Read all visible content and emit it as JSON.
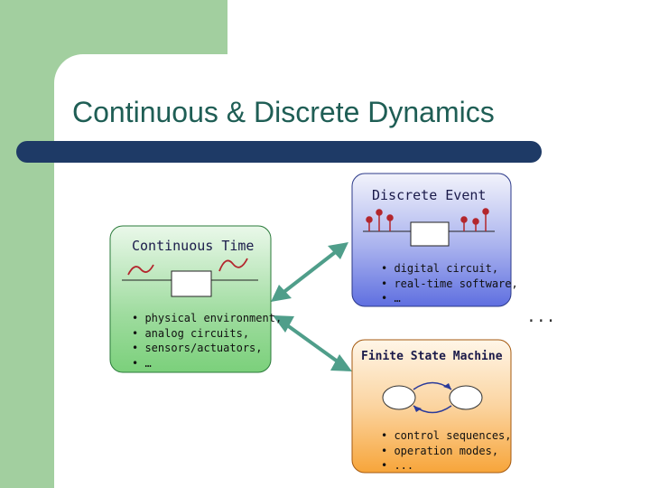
{
  "title": "Continuous & Discrete Dynamics",
  "continuous_time": {
    "label": "Continuous Time",
    "bullets": [
      "physical environment,",
      "analog circuits,",
      "sensors/actuators,",
      "…"
    ]
  },
  "discrete_event": {
    "label": "Discrete Event",
    "bullets": [
      "digital circuit,",
      "real-time software,",
      "…"
    ]
  },
  "finite_state_machine": {
    "label": "Finite State Machine",
    "bullets": [
      "control sequences,",
      "operation modes,",
      "..."
    ]
  },
  "ellipsis": "...",
  "colors": {
    "sidebar": "#a2cf9f",
    "title_bar": "#1e3a66",
    "title_text": "#1f5e55",
    "continuous_fill": "#7bd07b",
    "discrete_fill": "#5f6fe0",
    "fsm_fill": "#f7a53a",
    "arrow": "#4f9e8a",
    "impulse": "#b3262d"
  }
}
